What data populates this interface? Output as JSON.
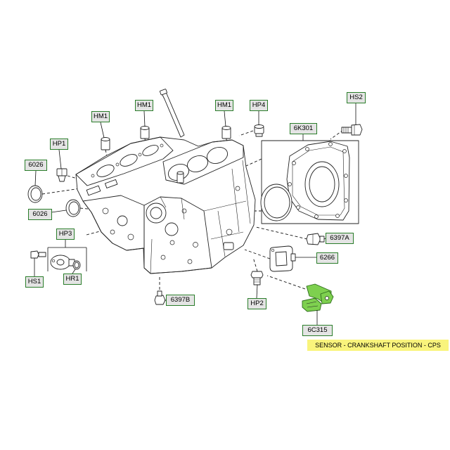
{
  "callouts": {
    "hm1_left": "HM1",
    "hm1_center": "HM1",
    "hm1_right": "HM1",
    "hp4": "HP4",
    "hs2": "HS2",
    "hp1": "HP1",
    "p6026_upper": "6026",
    "p6k301": "6K301",
    "p6026_lower": "6026",
    "hp3": "HP3",
    "p6397a": "6397A",
    "p6266": "6266",
    "hs1": "HS1",
    "hr1": "HR1",
    "hp2": "HP2",
    "p6397b": "6397B",
    "p6c315": "6C315"
  },
  "caption": "SENSOR - CRANKSHAFT POSITION - CPS",
  "colors": {
    "callout_border": "#2a7d2a",
    "callout_fill": "#e4e4e4",
    "line_art": "#222222",
    "highlight_part": "#7ed04f",
    "highlight_outline": "#2d6b1c",
    "caption_bg": "#f9f47c"
  }
}
